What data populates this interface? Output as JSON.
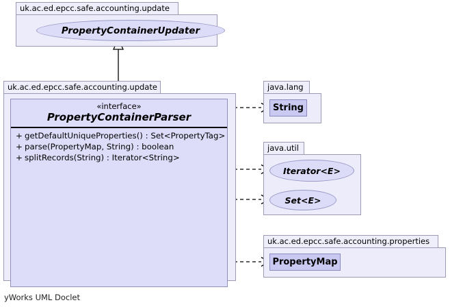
{
  "diagram": {
    "kind": "uml-class-diagram",
    "footer": "yWorks UML Doclet",
    "background": "#ffffff",
    "colors": {
      "package_body_fill": "#ececfb",
      "package_tab_fill": "#efeffc",
      "package_border": "#9a9ab4",
      "class_fill": "#dddcf9",
      "class_border": "#8e8eb8",
      "ref_class_fill": "#c9c9f2",
      "ref_class_border": "#8a8ac0",
      "ellipse_fill": "#dcdcf9",
      "ellipse_border": "#9a9ac6",
      "edge_color": "#000000"
    }
  },
  "packages": {
    "top": {
      "label": "uk.ac.ed.epcc.safe.accounting.update",
      "interface_ellipse": {
        "label": "PropertyContainerUpdater"
      }
    },
    "main": {
      "label": "uk.ac.ed.epcc.safe.accounting.update"
    },
    "java_lang": {
      "label": "java.lang",
      "classes": [
        {
          "label": "String"
        }
      ]
    },
    "java_util": {
      "label": "java.util",
      "interfaces": [
        {
          "label": "Iterator<E>"
        },
        {
          "label": "Set<E>"
        }
      ]
    },
    "properties": {
      "label": "uk.ac.ed.epcc.safe.accounting.properties",
      "classes": [
        {
          "label": "PropertyMap"
        }
      ]
    }
  },
  "main_class": {
    "stereotype": "«interface»",
    "name": "PropertyContainerParser",
    "members": [
      {
        "visibility": "+",
        "signature": "getDefaultUniqueProperties() : Set<PropertyTag>"
      },
      {
        "visibility": "+",
        "signature": "parse(PropertyMap, String) : boolean"
      },
      {
        "visibility": "+",
        "signature": "splitRecords(String) : Iterator<String>"
      }
    ]
  },
  "edges": [
    {
      "type": "generalization",
      "from": "PropertyContainerParser",
      "to": "PropertyContainerUpdater",
      "style": "solid",
      "arrowhead": "hollow-triangle"
    },
    {
      "type": "dependency",
      "from": "PropertyContainerParser",
      "to": "String",
      "style": "dashed",
      "arrowhead": "open"
    },
    {
      "type": "dependency",
      "from": "PropertyContainerParser",
      "to": "Iterator<E>",
      "style": "dashed",
      "arrowhead": "open"
    },
    {
      "type": "dependency",
      "from": "PropertyContainerParser",
      "to": "Set<E>",
      "style": "dashed",
      "arrowhead": "open"
    },
    {
      "type": "dependency",
      "from": "PropertyContainerParser",
      "to": "PropertyMap",
      "style": "dashed",
      "arrowhead": "open"
    }
  ]
}
